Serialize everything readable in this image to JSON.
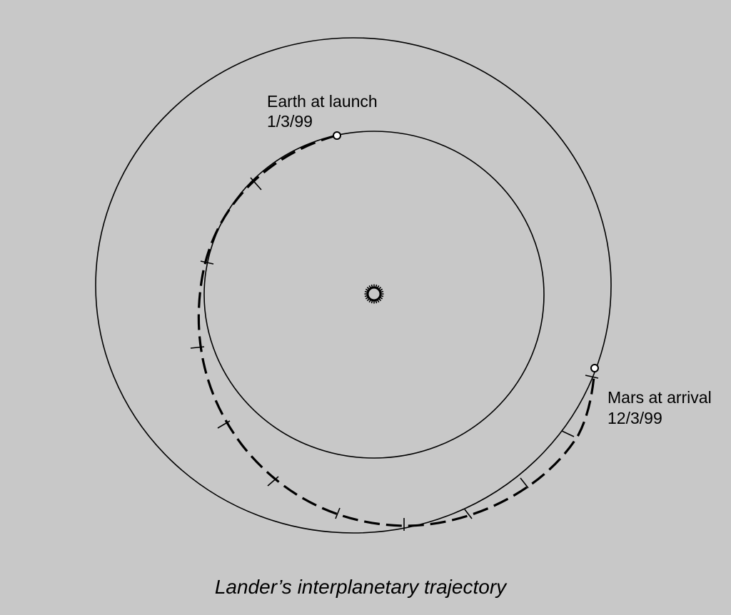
{
  "labels": {
    "earth_title": "Earth at launch",
    "earth_date": "1/3/99",
    "mars_title": "Mars at arrival",
    "mars_date": "12/3/99"
  },
  "caption": "Lander’s interplanetary trajectory",
  "icons": {
    "sun": "sun-icon"
  }
}
